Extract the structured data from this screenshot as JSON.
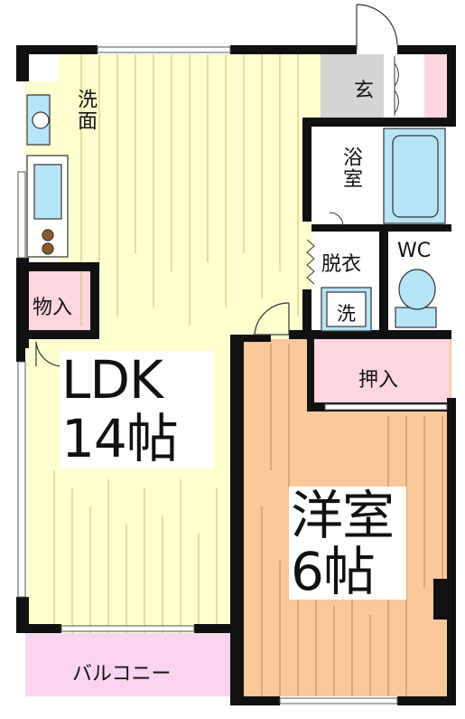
{
  "rooms": {
    "ldk": {
      "name": "LDK",
      "size": "14帖"
    },
    "western": {
      "name": "洋室",
      "size": "6帖"
    },
    "entrance": "玄",
    "bath": "浴室",
    "dressing": "脱衣",
    "toilet": "WC",
    "washstand": "洗面",
    "storage": "物入",
    "closet": "押入",
    "laundry": "洗",
    "balcony": "バルコニー"
  },
  "colors": {
    "ldk_floor": "#FFFFD0",
    "western_floor": "#F9C89C",
    "storage_pink": "#FFD6E0",
    "wet_blue": "#B8E4F8",
    "entrance_gray": "#D4D4D4",
    "balcony_pink": "#FAD4EE",
    "wall": "#111111"
  }
}
